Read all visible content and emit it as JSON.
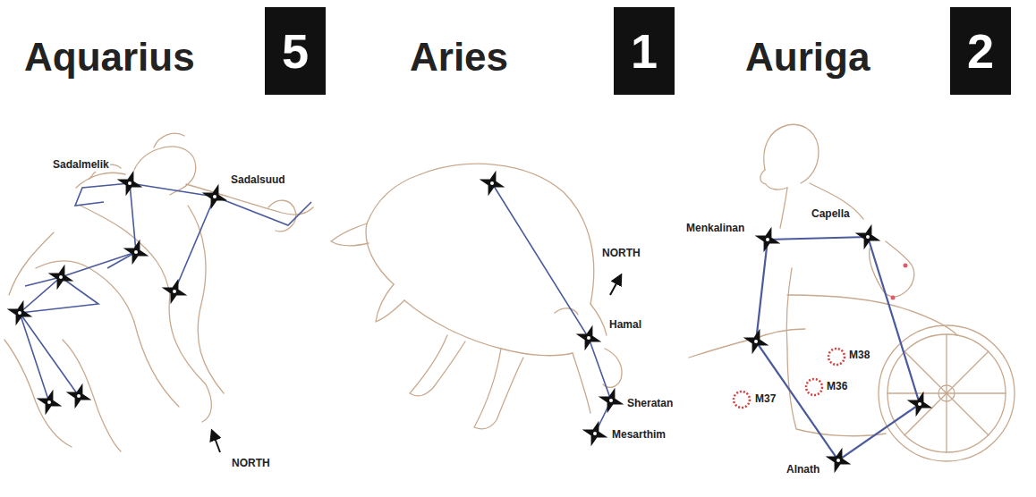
{
  "diagram": {
    "nodes": [
      {
        "text": [
          "5"
        ]
      },
      {
        "text": [
          "1"
        ]
      },
      {
        "text": [
          "2"
        ]
      }
    ],
    "labels": [
      "Aquarius",
      "Aries",
      "Auriga",
      "Sadalmelik",
      "Sadalsuud",
      "NORTH",
      "Hamal",
      "NORTH",
      "Sheratan",
      "Mesarthim",
      "Menkalinan",
      "Capella",
      "M38",
      "M36",
      "M37",
      "Alnath"
    ]
  }
}
